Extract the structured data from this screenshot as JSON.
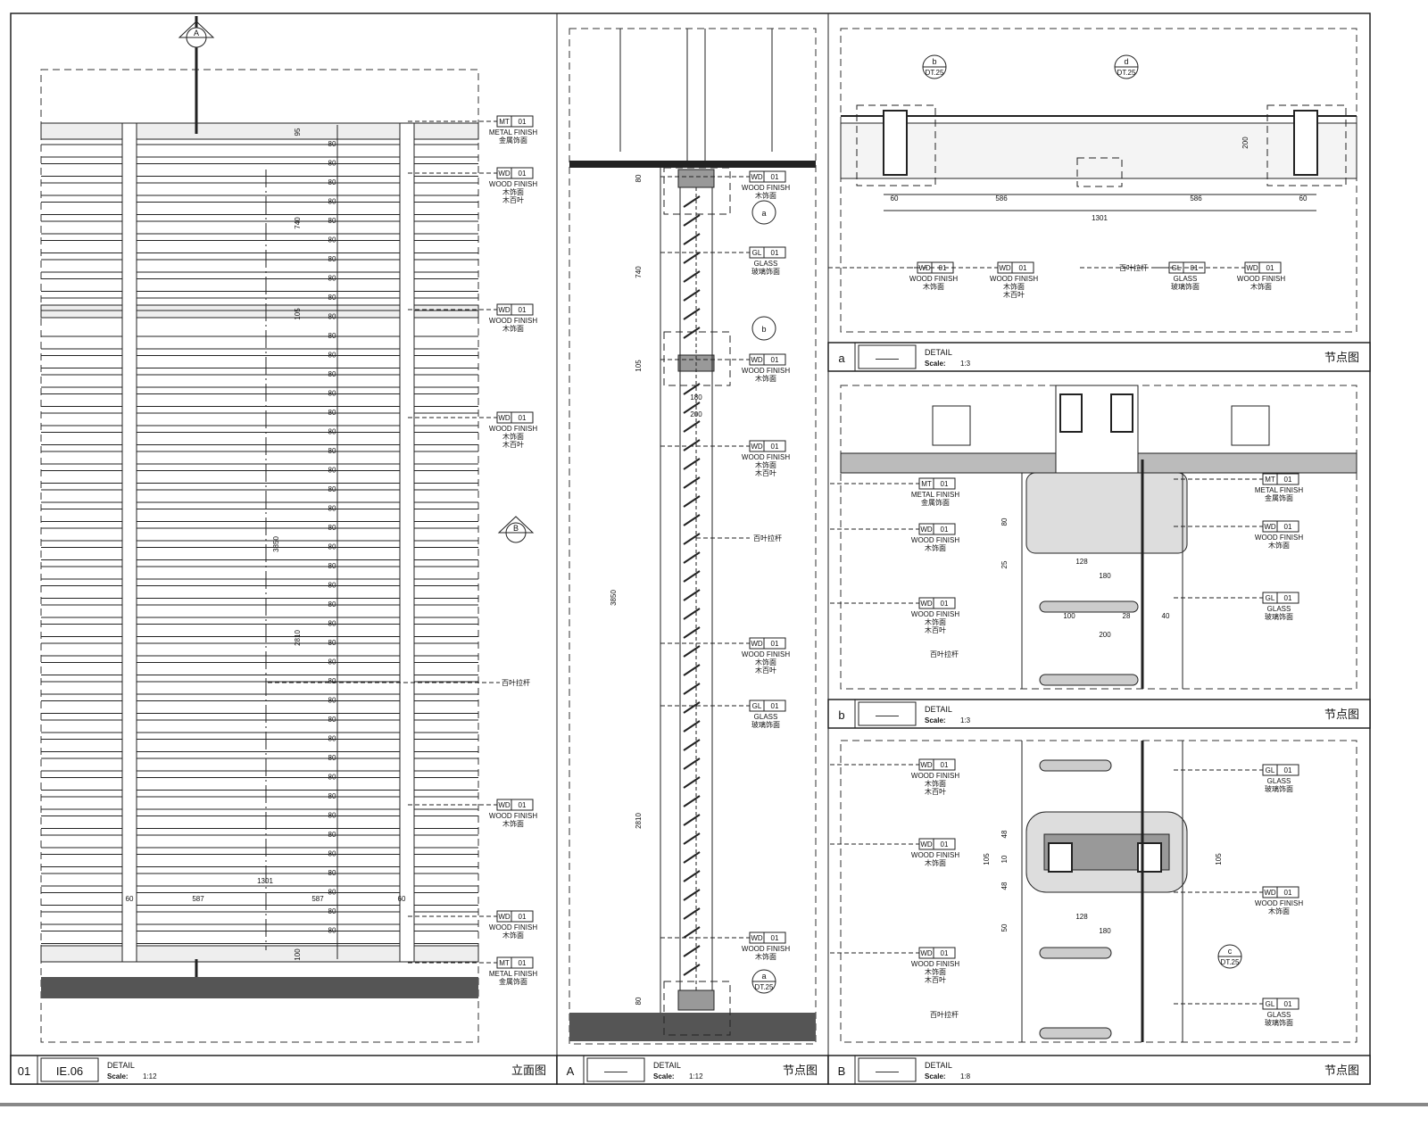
{
  "title_blocks": [
    {
      "id": "01",
      "code": "IE.06",
      "title": "DETAIL",
      "scale_label": "Scale:",
      "scale": "1:12",
      "cn": "立面图"
    },
    {
      "id": "A",
      "code": "——",
      "title": "DETAIL",
      "scale_label": "Scale:",
      "scale": "1:12",
      "cn": "节点图"
    },
    {
      "id": "B",
      "code": "——",
      "title": "DETAIL",
      "scale_label": "Scale:",
      "scale": "1:8",
      "cn": "节点图"
    },
    {
      "id": "a",
      "code": "——",
      "title": "DETAIL",
      "scale_label": "Scale:",
      "scale": "1:3",
      "cn": "节点图"
    },
    {
      "id": "b",
      "code": "——",
      "title": "DETAIL",
      "scale_label": "Scale:",
      "scale": "1:3",
      "cn": "节点图"
    }
  ],
  "section_markers": [
    {
      "letter": "A"
    },
    {
      "letter": "B"
    }
  ],
  "callouts": [
    {
      "letter": "a",
      "ref": ""
    },
    {
      "letter": "b",
      "ref": ""
    },
    {
      "letter": "a",
      "ref": "DT.25"
    },
    {
      "letter": "b",
      "ref": "DT.25"
    },
    {
      "letter": "d",
      "ref": "DT.25"
    },
    {
      "letter": "c",
      "ref": "DT.25"
    }
  ],
  "elevation_tags": [
    {
      "code": "MT",
      "num": "01",
      "lines": [
        "METAL FINISH",
        "金属饰面"
      ]
    },
    {
      "code": "WD",
      "num": "01",
      "lines": [
        "WOOD FINISH",
        "木饰面",
        "木百叶"
      ]
    },
    {
      "code": "WD",
      "num": "01",
      "lines": [
        "WOOD FINISH",
        "木饰面"
      ]
    },
    {
      "code": "WD",
      "num": "01",
      "lines": [
        "WOOD FINISH",
        "木饰面",
        "木百叶"
      ]
    },
    {
      "code": "WD",
      "num": "01",
      "lines": [
        "WOOD FINISH",
        "木饰面"
      ]
    },
    {
      "code": "WD",
      "num": "01",
      "lines": [
        "WOOD FINISH",
        "木饰面"
      ]
    },
    {
      "code": "MT",
      "num": "01",
      "lines": [
        "METAL FINISH",
        "金属饰面"
      ]
    }
  ],
  "section_tags": [
    {
      "code": "WD",
      "num": "01",
      "lines": [
        "WOOD FINISH",
        "木饰面"
      ]
    },
    {
      "code": "GL",
      "num": "01",
      "lines": [
        "GLASS",
        "玻璃饰面"
      ]
    },
    {
      "code": "WD",
      "num": "01",
      "lines": [
        "WOOD FINISH",
        "木饰面"
      ]
    },
    {
      "code": "WD",
      "num": "01",
      "lines": [
        "WOOD FINISH",
        "木饰面",
        "木百叶"
      ]
    },
    {
      "code": "WD",
      "num": "01",
      "lines": [
        "WOOD FINISH",
        "木饰面",
        "木百叶"
      ]
    },
    {
      "code": "GL",
      "num": "01",
      "lines": [
        "GLASS",
        "玻璃饰面"
      ]
    },
    {
      "code": "WD",
      "num": "01",
      "lines": [
        "WOOD FINISH",
        "木饰面"
      ]
    }
  ],
  "plan_tags": [
    {
      "code": "WD",
      "num": "01",
      "lines": [
        "WOOD FINISH",
        "木饰面"
      ]
    },
    {
      "code": "WD",
      "num": "01",
      "lines": [
        "WOOD FINISH",
        "木饰面",
        "木百叶"
      ]
    },
    {
      "code": "GL",
      "num": "01",
      "lines": [
        "GLASS",
        "玻璃饰面"
      ]
    },
    {
      "code": "WD",
      "num": "01",
      "lines": [
        "WOOD FINISH",
        "木饰面"
      ]
    }
  ],
  "detail_a_tags": [
    {
      "code": "MT",
      "num": "01",
      "lines": [
        "METAL FINISH",
        "金属饰面"
      ]
    },
    {
      "code": "WD",
      "num": "01",
      "lines": [
        "WOOD FINISH",
        "木饰面"
      ]
    },
    {
      "code": "WD",
      "num": "01",
      "lines": [
        "WOOD FINISH",
        "木饰面",
        "木百叶"
      ]
    },
    {
      "code": "MT",
      "num": "01",
      "lines": [
        "METAL FINISH",
        "金属饰面"
      ]
    },
    {
      "code": "WD",
      "num": "01",
      "lines": [
        "WOOD FINISH",
        "木饰面"
      ]
    },
    {
      "code": "GL",
      "num": "01",
      "lines": [
        "GLASS",
        "玻璃饰面"
      ]
    }
  ],
  "detail_b_tags": [
    {
      "code": "WD",
      "num": "01",
      "lines": [
        "WOOD FINISH",
        "木饰面",
        "木百叶"
      ]
    },
    {
      "code": "GL",
      "num": "01",
      "lines": [
        "GLASS",
        "玻璃饰面"
      ]
    },
    {
      "code": "WD",
      "num": "01",
      "lines": [
        "WOOD FINISH",
        "木饰面"
      ]
    },
    {
      "code": "WD",
      "num": "01",
      "lines": [
        "WOOD FINISH",
        "木饰面"
      ]
    },
    {
      "code": "WD",
      "num": "01",
      "lines": [
        "WOOD FINISH",
        "木饰面",
        "木百叶"
      ]
    },
    {
      "code": "GL",
      "num": "01",
      "lines": [
        "GLASS",
        "玻璃饰面"
      ]
    }
  ],
  "louver_rod_label": "百叶拉杆",
  "dimensions": {
    "elevation": [
      "740",
      "105",
      "3850",
      "2810",
      "1301",
      "60",
      "587",
      "587",
      "60",
      "95",
      "100"
    ],
    "section": [
      "740",
      "105",
      "3850",
      "2810",
      "180",
      "200",
      "80",
      "80"
    ],
    "plan": [
      "60",
      "586",
      "586",
      "60",
      "1301",
      "200"
    ],
    "detail_a": [
      "128",
      "180",
      "100",
      "28",
      "40",
      "200",
      "80",
      "25"
    ],
    "detail_b": [
      "128",
      "180",
      "48",
      "10",
      "48",
      "105",
      "105",
      "50"
    ]
  }
}
